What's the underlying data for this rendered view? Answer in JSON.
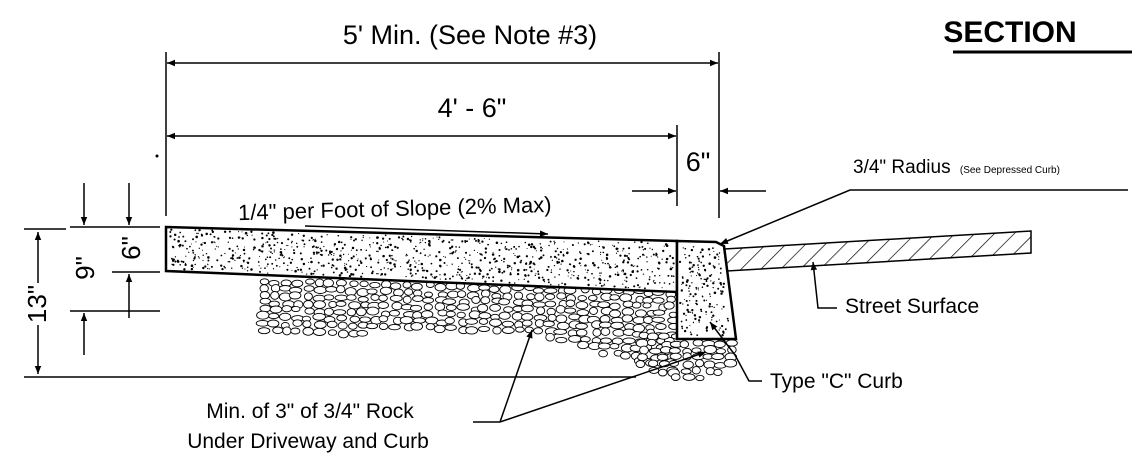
{
  "dimensions": {
    "overall_width": "5' Min. (See Note #3)",
    "driveway_width": "4' - 6\"",
    "curb_width": "6\"",
    "depth_13": "13\"",
    "depth_9": "9\"",
    "depth_6": "6\""
  },
  "annotations": {
    "section_title": "SECTION",
    "slope": "1/4\" per Foot of Slope (2% Max)",
    "radius": "3/4\" Radius",
    "radius_note": "(See Depressed Curb)",
    "street_surface": "Street Surface",
    "curb_type": "Type \"C\" Curb",
    "rock_line1": "Min. of 3\" of 3/4\" Rock",
    "rock_line2": "Under Driveway and Curb"
  }
}
